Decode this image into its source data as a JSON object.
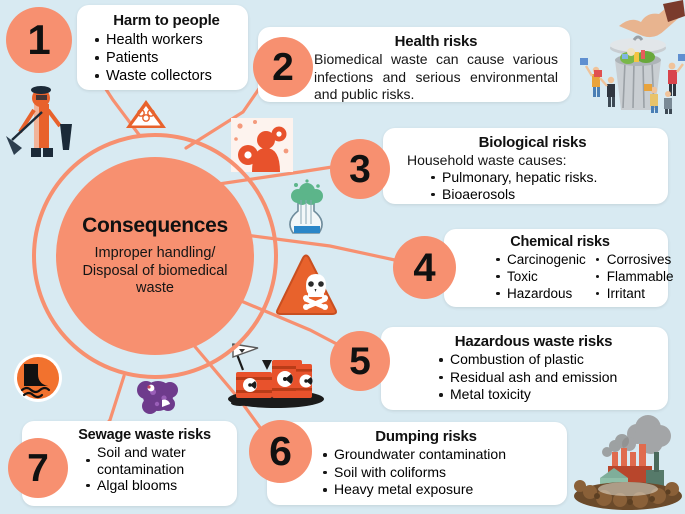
{
  "theme": {
    "background": "#d8eaf2",
    "accent": "#f79070",
    "card_bg": "#ffffff",
    "text": "#151515"
  },
  "hub": {
    "title": "Consequences",
    "subtitle": "Improper handling/ Disposal of biomedical waste",
    "subtitle_lines": [
      "Improper handling/",
      "Disposal of biomedical",
      "waste"
    ]
  },
  "cards": [
    {
      "number": "1",
      "title": "Harm to people",
      "bullets": [
        "Health workers",
        "Patients",
        "Waste collectors"
      ]
    },
    {
      "number": "2",
      "title": "Health risks",
      "paragraph": "Biomedical waste can cause various infections and serious environmental and public risks."
    },
    {
      "number": "3",
      "title": "Biological risks",
      "lead": "Household waste causes:",
      "bullets": [
        "Pulmonary, hepatic risks.",
        "Bioaerosols"
      ]
    },
    {
      "number": "4",
      "title": "Chemical risks",
      "bullets_col1": [
        "Carcinogenic",
        "Toxic",
        "Hazardous"
      ],
      "bullets_col2": [
        "Corrosives",
        "Flammable",
        "Irritant"
      ]
    },
    {
      "number": "5",
      "title": "Hazardous waste risks",
      "bullets": [
        "Combustion of plastic",
        "Residual ash and emission",
        "Metal toxicity"
      ]
    },
    {
      "number": "6",
      "title": "Dumping risks",
      "bullets": [
        "Groundwater contamination",
        "Soil with coliforms",
        "Heavy metal exposure"
      ]
    },
    {
      "number": "7",
      "title": "Sewage waste risks",
      "bullets": [
        "Soil and water contamination",
        "Algal blooms"
      ]
    }
  ],
  "icons": {
    "biohazard_triangle": "biohazard-warning-triangle-icon",
    "infected_person": "infected-person-virus-icon",
    "bioaerosol_flask": "bioaerosol-flask-icon",
    "skull_triangle": "skull-crossbones-triangle-icon",
    "toxic_barrels": "leaking-toxic-barrels-icon",
    "germ_cluster": "purple-germ-cluster-icon",
    "sewage_outfall": "sewage-discharge-pipe-icon",
    "sanitation_worker": "sanitation-worker-illustration",
    "trash_bin_protest": "trash-bin-with-protesters-illustration",
    "polluting_factory": "polluting-factory-illustration"
  }
}
